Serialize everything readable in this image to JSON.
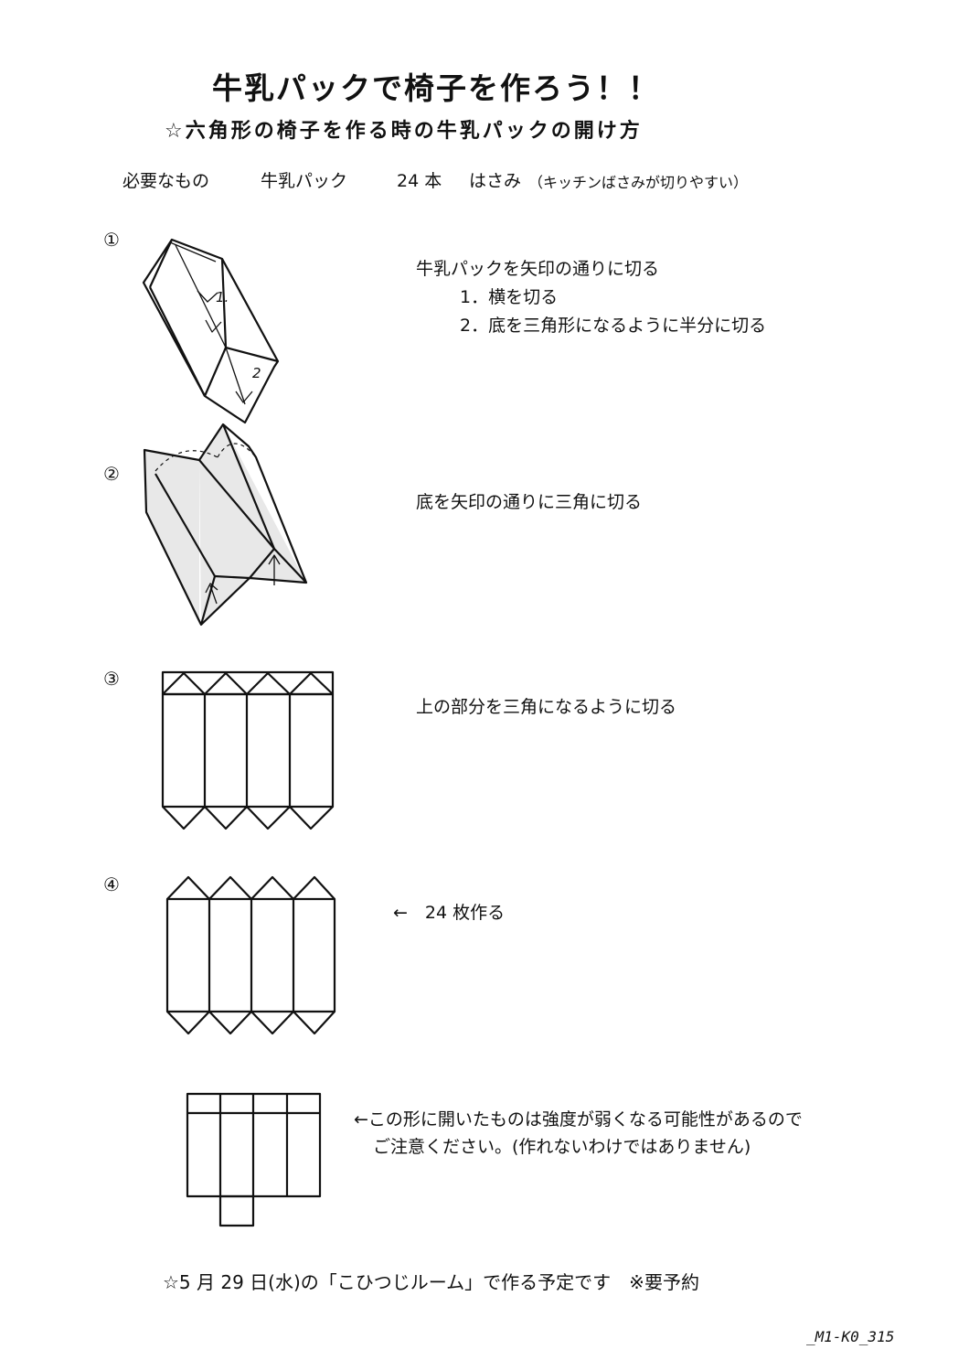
{
  "title": "牛乳パックで椅子を作ろう！！",
  "subtitle": "☆六角形の椅子を作る時の牛乳パックの開け方",
  "needs": {
    "label": "必要なもの",
    "item1": "牛乳パック",
    "count": "24 本",
    "item2": "はさみ",
    "note": "（キッチンばさみが切りやすい）"
  },
  "steps": [
    {
      "number": "①",
      "lines": [
        "牛乳パックを矢印の通りに切る",
        "1．横を切る",
        "2．底を三角形になるように半分に切る"
      ],
      "arrow_labels": [
        "1.",
        "2"
      ]
    },
    {
      "number": "②",
      "lines": [
        "底を矢印の通りに三角に切る"
      ]
    },
    {
      "number": "③",
      "lines": [
        "上の部分を三角になるように切る"
      ]
    },
    {
      "number": "④",
      "lines": [
        "←　24 枚作る"
      ]
    }
  ],
  "warning": {
    "line1": "←この形に開いたものは強度が弱くなる可能性があるので",
    "line2": "ご注意ください。(作れないわけではありません)"
  },
  "footer": "☆5 月 29 日(水)の「こひつじルーム」で作る予定です　※要予約",
  "doc_code": "_M1-K0_315"
}
